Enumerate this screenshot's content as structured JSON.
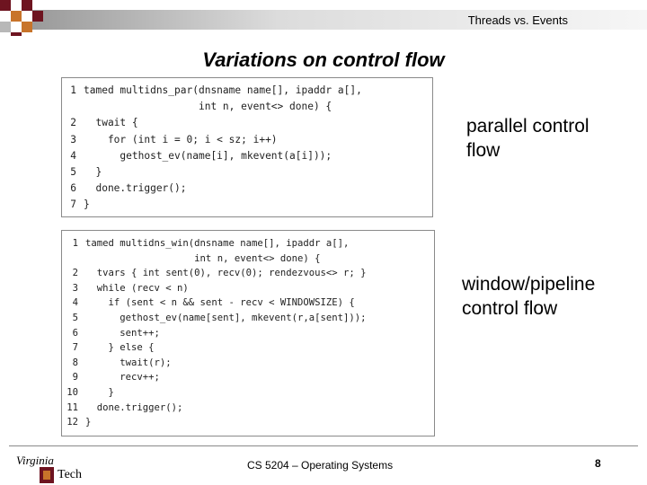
{
  "header": {
    "title": "Threads vs. Events"
  },
  "slide": {
    "title": "Variations on control flow"
  },
  "labels": {
    "parallel": [
      "parallel control",
      "flow"
    ],
    "window": [
      "window/pipeline",
      "control flow"
    ]
  },
  "code_parallel": [
    {
      "n": "1",
      "t": "tamed multidns_par(dnsname name[], ipaddr a[],"
    },
    {
      "n": "",
      "t": "                   int n, event<> done) {"
    },
    {
      "n": "2",
      "t": "  twait {"
    },
    {
      "n": "3",
      "t": "    for (int i = 0; i < sz; i++)"
    },
    {
      "n": "4",
      "t": "      gethost_ev(name[i], mkevent(a[i]));"
    },
    {
      "n": "5",
      "t": "  }"
    },
    {
      "n": "6",
      "t": "  done.trigger();"
    },
    {
      "n": "7",
      "t": "}"
    }
  ],
  "code_window": [
    {
      "n": "1",
      "t": "tamed multidns_win(dnsname name[], ipaddr a[],"
    },
    {
      "n": "",
      "t": "                   int n, event<> done) {"
    },
    {
      "n": "2",
      "t": "  tvars { int sent(0), recv(0); rendezvous<> r; }"
    },
    {
      "n": "3",
      "t": "  while (recv < n)"
    },
    {
      "n": "4",
      "t": "    if (sent < n && sent - recv < WINDOWSIZE) {"
    },
    {
      "n": "5",
      "t": "      gethost_ev(name[sent], mkevent(r,a[sent]));"
    },
    {
      "n": "6",
      "t": "      sent++;"
    },
    {
      "n": "7",
      "t": "    } else {"
    },
    {
      "n": "8",
      "t": "      twait(r);"
    },
    {
      "n": "9",
      "t": "      recv++;"
    },
    {
      "n": "10",
      "t": "    }"
    },
    {
      "n": "11",
      "t": "  done.trigger();"
    },
    {
      "n": "12",
      "t": "}"
    }
  ],
  "footer": {
    "logo_top": "Virginia",
    "logo_bottom": "Tech",
    "course": "CS 5204 – Operating Systems",
    "page": "8"
  },
  "colors": {
    "maroon": "#6e1420",
    "orange": "#c8742a",
    "gray": "#b8b8b8"
  }
}
